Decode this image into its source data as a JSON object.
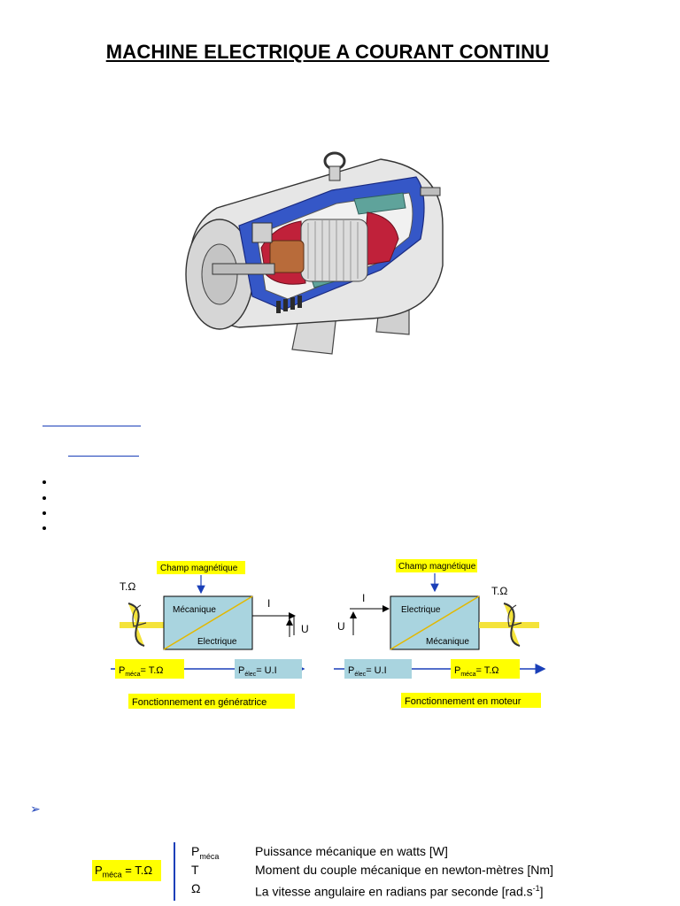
{
  "title": "MACHINE ELECTRIQUE A COURANT CONTINU",
  "diagram": {
    "left": {
      "field": "Champ magnétique",
      "torque": "T.Ω",
      "upper": "Mécanique",
      "lower": "Electrique",
      "current": "I",
      "voltage": "U",
      "p_in_main": "P",
      "p_in_sub": "méca",
      "p_in_eq": "= T.Ω",
      "p_out_main": "P",
      "p_out_sub": "élec",
      "p_out_eq": "= U.I",
      "caption": "Fonctionnement en génératrice"
    },
    "right": {
      "field": "Champ magnétique",
      "torque": "T.Ω",
      "upper": "Electrique",
      "lower": "Mécanique",
      "current": "I",
      "voltage": "U",
      "p_in_main": "P",
      "p_in_sub": "élec",
      "p_in_eq": "= U.I",
      "p_out_main": "P",
      "p_out_sub": "méca",
      "p_out_eq": "= T.Ω",
      "caption": "Fonctionnement en moteur"
    }
  },
  "formula": {
    "main": "P",
    "sub": "méca",
    "rest": " = T.Ω"
  },
  "definitions": [
    {
      "sym": "P",
      "sub": "méca",
      "text": "Puissance mécanique en watts [W]",
      "sup": ""
    },
    {
      "sym": "T",
      "sub": "",
      "text": "Moment du couple mécanique en newton-mètres  [Nm]",
      "sup": ""
    },
    {
      "sym": "Ω",
      "sub": "",
      "text": "La vitesse angulaire en radians par seconde  [rad.s",
      "sup": "-1",
      "end": "]"
    }
  ],
  "colors": {
    "accent_blue": "#1a3fb8",
    "box_fill": "#a9d4df",
    "highlight": "#ffff00",
    "shaft": "#f4e33a"
  }
}
